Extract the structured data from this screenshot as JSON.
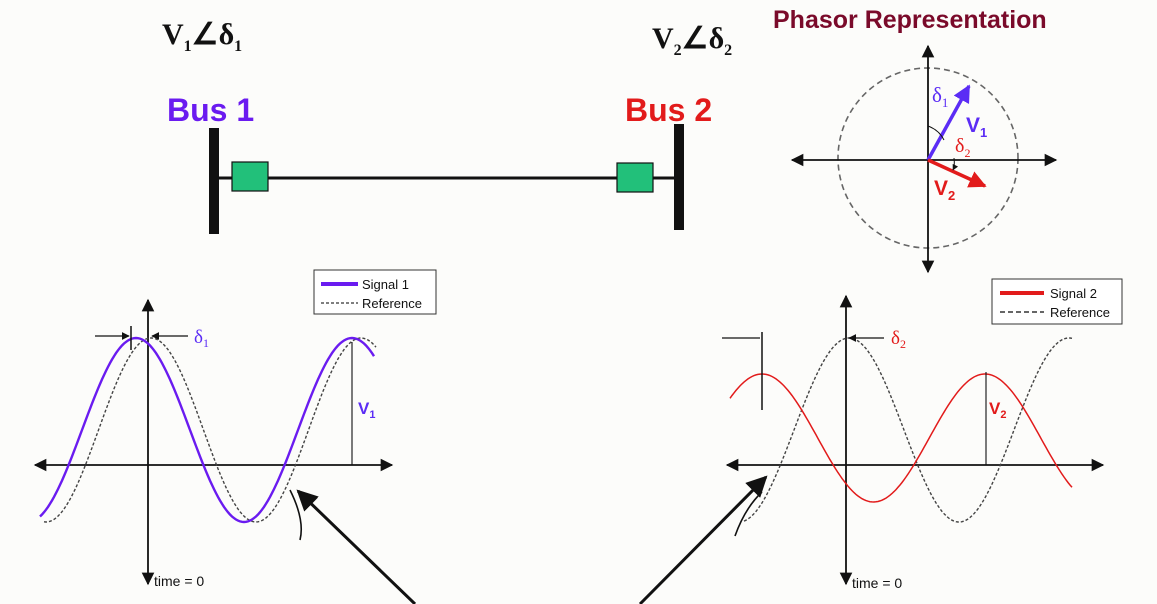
{
  "bus1": {
    "voltage_main": "V",
    "voltage_sub": "1",
    "angle_main": "∠δ",
    "angle_sub": "1",
    "label": "Bus 1",
    "color": "#6a1bf0"
  },
  "bus2": {
    "voltage_main": "V",
    "voltage_sub": "2",
    "angle_main": "∠δ",
    "angle_sub": "2",
    "label": "Bus 2",
    "color": "#e21b1b"
  },
  "phasor": {
    "title": "Phasor Representation",
    "title_color": "#7a0a2a",
    "delta1": {
      "main": "δ",
      "sub": "1"
    },
    "delta2": {
      "main": "δ",
      "sub": "2"
    },
    "v1": {
      "main": "V",
      "sub": "1"
    },
    "v2": {
      "main": "V",
      "sub": "2"
    }
  },
  "plot1": {
    "legend_signal": "Signal 1",
    "legend_reference": "Reference",
    "delta": {
      "main": "δ",
      "sub": "1"
    },
    "amplitude": {
      "main": "V",
      "sub": "1"
    },
    "time_label": "time = 0",
    "signal_color": "#6a1bf0"
  },
  "plot2": {
    "legend_signal": "Signal 2",
    "legend_reference": "Reference",
    "delta": {
      "main": "δ",
      "sub": "2"
    },
    "amplitude": {
      "main": "V",
      "sub": "2"
    },
    "time_label": "time = 0",
    "signal_color": "#e21b1b"
  },
  "colors": {
    "breaker": "#22c07a",
    "line": "#111111"
  }
}
